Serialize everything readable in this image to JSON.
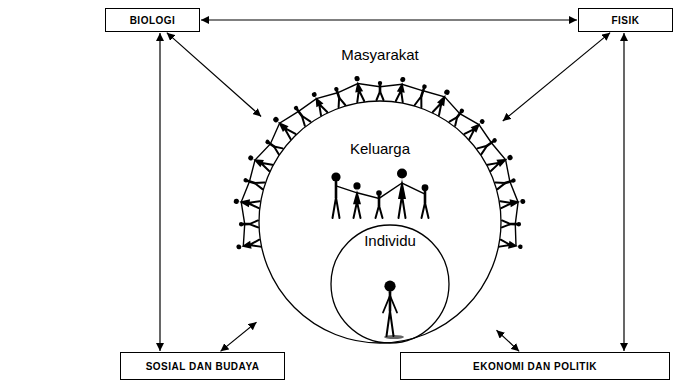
{
  "diagram": {
    "nodes": [
      {
        "text": [
          "BIOLOGI"
        ]
      },
      {
        "text": [
          "FISIK"
        ]
      },
      {
        "text": [
          "Masyarakat"
        ]
      },
      {
        "text": [
          "Keluarga"
        ],
        "in": 2
      },
      {
        "text": [
          "Individu"
        ],
        "in": 3
      },
      {
        "text": [
          "SOSIAL DAN BUDAYA"
        ]
      },
      {
        "text": [
          "EKONOMI DAN POLITIK"
        ]
      }
    ],
    "edges": [
      {
        "from": 0,
        "to": 1,
        "arrow": "both"
      },
      {
        "from": 0,
        "to": 5,
        "arrow": "both"
      },
      {
        "from": 1,
        "to": 6,
        "arrow": "both"
      },
      {
        "from": 0,
        "to": 2,
        "arrow": "both"
      },
      {
        "from": 1,
        "to": 2,
        "arrow": "both"
      },
      {
        "from": 5,
        "to": 2,
        "arrow": "both"
      },
      {
        "from": 6,
        "to": 2,
        "arrow": "both"
      }
    ]
  }
}
